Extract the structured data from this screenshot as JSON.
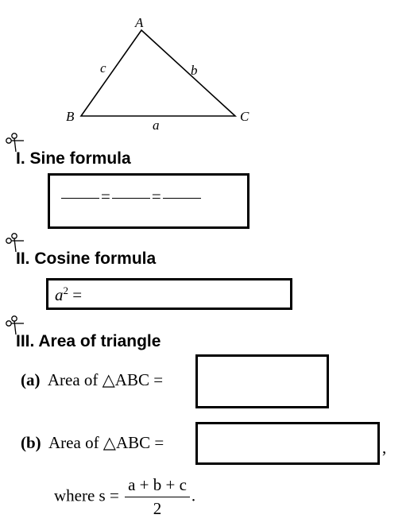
{
  "figure": {
    "vertex_a": "A",
    "vertex_b": "B",
    "vertex_c": "C",
    "side_a": "a",
    "side_b": "b",
    "side_c": "c"
  },
  "sections": {
    "sine": {
      "heading": "I. Sine formula",
      "equals_1": "=",
      "equals_2": "="
    },
    "cosine": {
      "heading": "II. Cosine formula",
      "lhs_base": "a",
      "lhs_exp": "2",
      "equals": "="
    },
    "area": {
      "heading": "III. Area of triangle",
      "a_label": "(a)",
      "a_text": "Area of △ABC =",
      "b_label": "(b)",
      "b_text": "Area of △ABC =",
      "b_comma": ",",
      "where_text": "where s =",
      "frac_num": "a + b + c",
      "frac_den": "2",
      "period": "."
    }
  },
  "icons": [
    "scissors-icon"
  ]
}
